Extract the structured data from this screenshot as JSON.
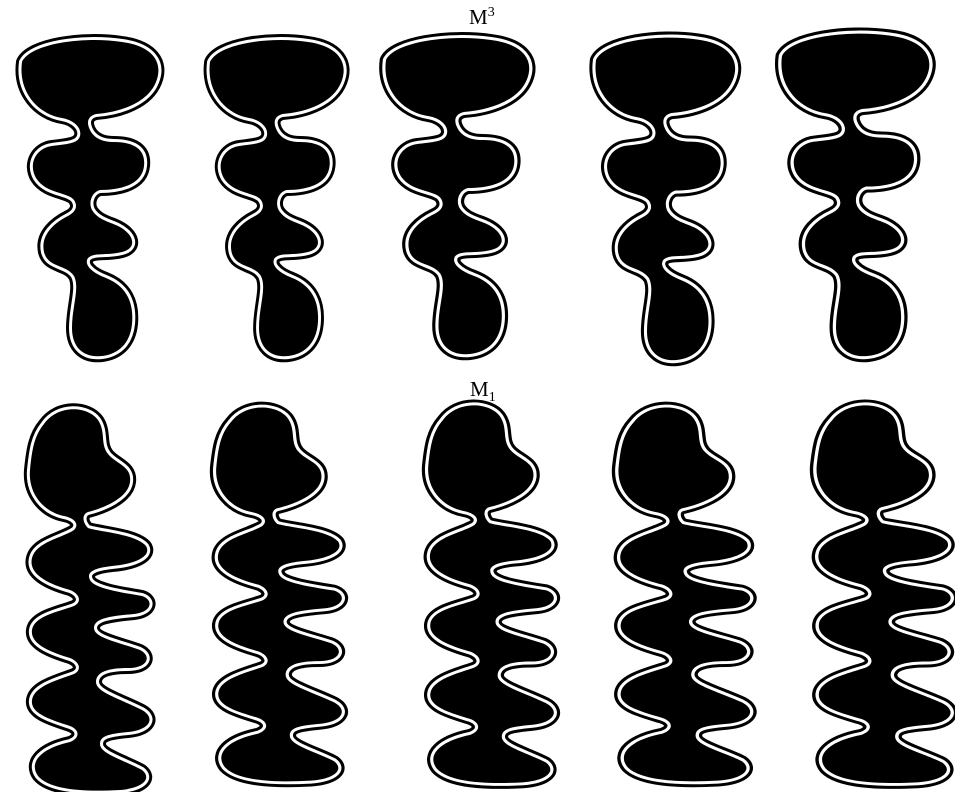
{
  "labels": {
    "upper": {
      "base": "M",
      "sup": "3"
    },
    "lower": {
      "base": "M",
      "sub": "1"
    }
  },
  "upper_row": {
    "label_ref": "upper",
    "specimens": [
      {
        "icon": "upper-third-molar-occlusal-outline"
      },
      {
        "icon": "upper-third-molar-occlusal-outline"
      },
      {
        "icon": "upper-third-molar-occlusal-outline"
      },
      {
        "icon": "upper-third-molar-occlusal-outline"
      },
      {
        "icon": "upper-third-molar-occlusal-outline"
      }
    ]
  },
  "lower_row": {
    "label_ref": "lower",
    "specimens": [
      {
        "icon": "lower-first-molar-occlusal-outline"
      },
      {
        "icon": "lower-first-molar-occlusal-outline"
      },
      {
        "icon": "lower-first-molar-occlusal-outline"
      },
      {
        "icon": "lower-first-molar-occlusal-outline"
      },
      {
        "icon": "lower-first-molar-occlusal-outline"
      }
    ]
  },
  "colors": {
    "enamel": "#000000",
    "gap": "#ffffff"
  }
}
